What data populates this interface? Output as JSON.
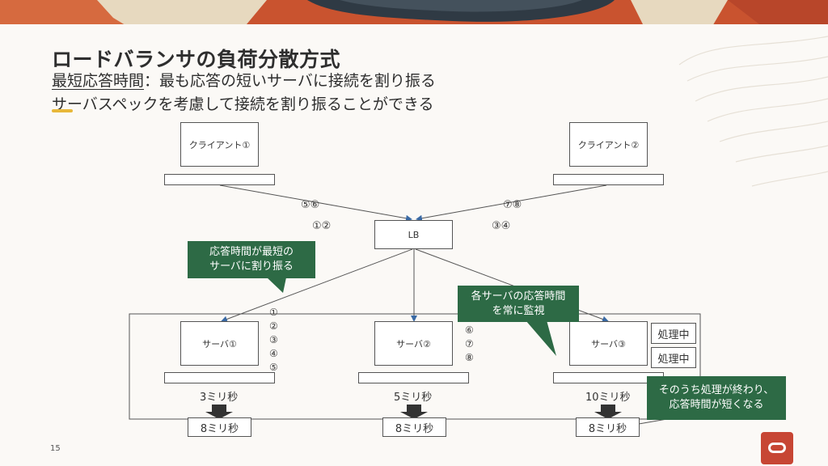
{
  "slide": {
    "title": "ロードバランサの負荷分散方式",
    "subtitle_keyword": "最短応答時間",
    "subtitle_rest": "：最も応答の短いサーバに接続を割り振る",
    "subtitle_line2": "サーバスペックを考慮して接続を割り振ることができる",
    "page_number": "15"
  },
  "diagram": {
    "client1": "クライアント①",
    "client2": "クライアント②",
    "lb": "LB",
    "server1": "サーバ①",
    "server2": "サーバ②",
    "server3": "サーバ③",
    "seq_c1_top": "⑤⑥",
    "seq_c1_bottom": "①②",
    "seq_c2_top": "⑦⑧",
    "seq_c2_bottom": "③④",
    "s1_conn": [
      "①",
      "②",
      "③",
      "④",
      "⑤"
    ],
    "s2_conn": [
      "⑥",
      "⑦",
      "⑧"
    ],
    "s1_time": "3ミリ秒",
    "s2_time": "5ミリ秒",
    "s3_time": "10ミリ秒",
    "s1_after": "8ミリ秒",
    "s2_after": "8ミリ秒",
    "s3_after": "8ミリ秒",
    "processing1": "処理中",
    "processing2": "処理中",
    "callout1_line1": "応答時間が最短の",
    "callout1_line2": "サーバに割り振る",
    "callout2_line1": "各サーバの応答時間",
    "callout2_line2": "を常に監視",
    "callout3_line1": "そのうち処理が終わり、",
    "callout3_line2": "応答時間が短くなる"
  },
  "colors": {
    "callout": "#2d6a45",
    "accent": "#e8b83a",
    "brand": "#c74634"
  },
  "icons": [
    "oracle-logo-icon",
    "down-arrow-icon"
  ]
}
